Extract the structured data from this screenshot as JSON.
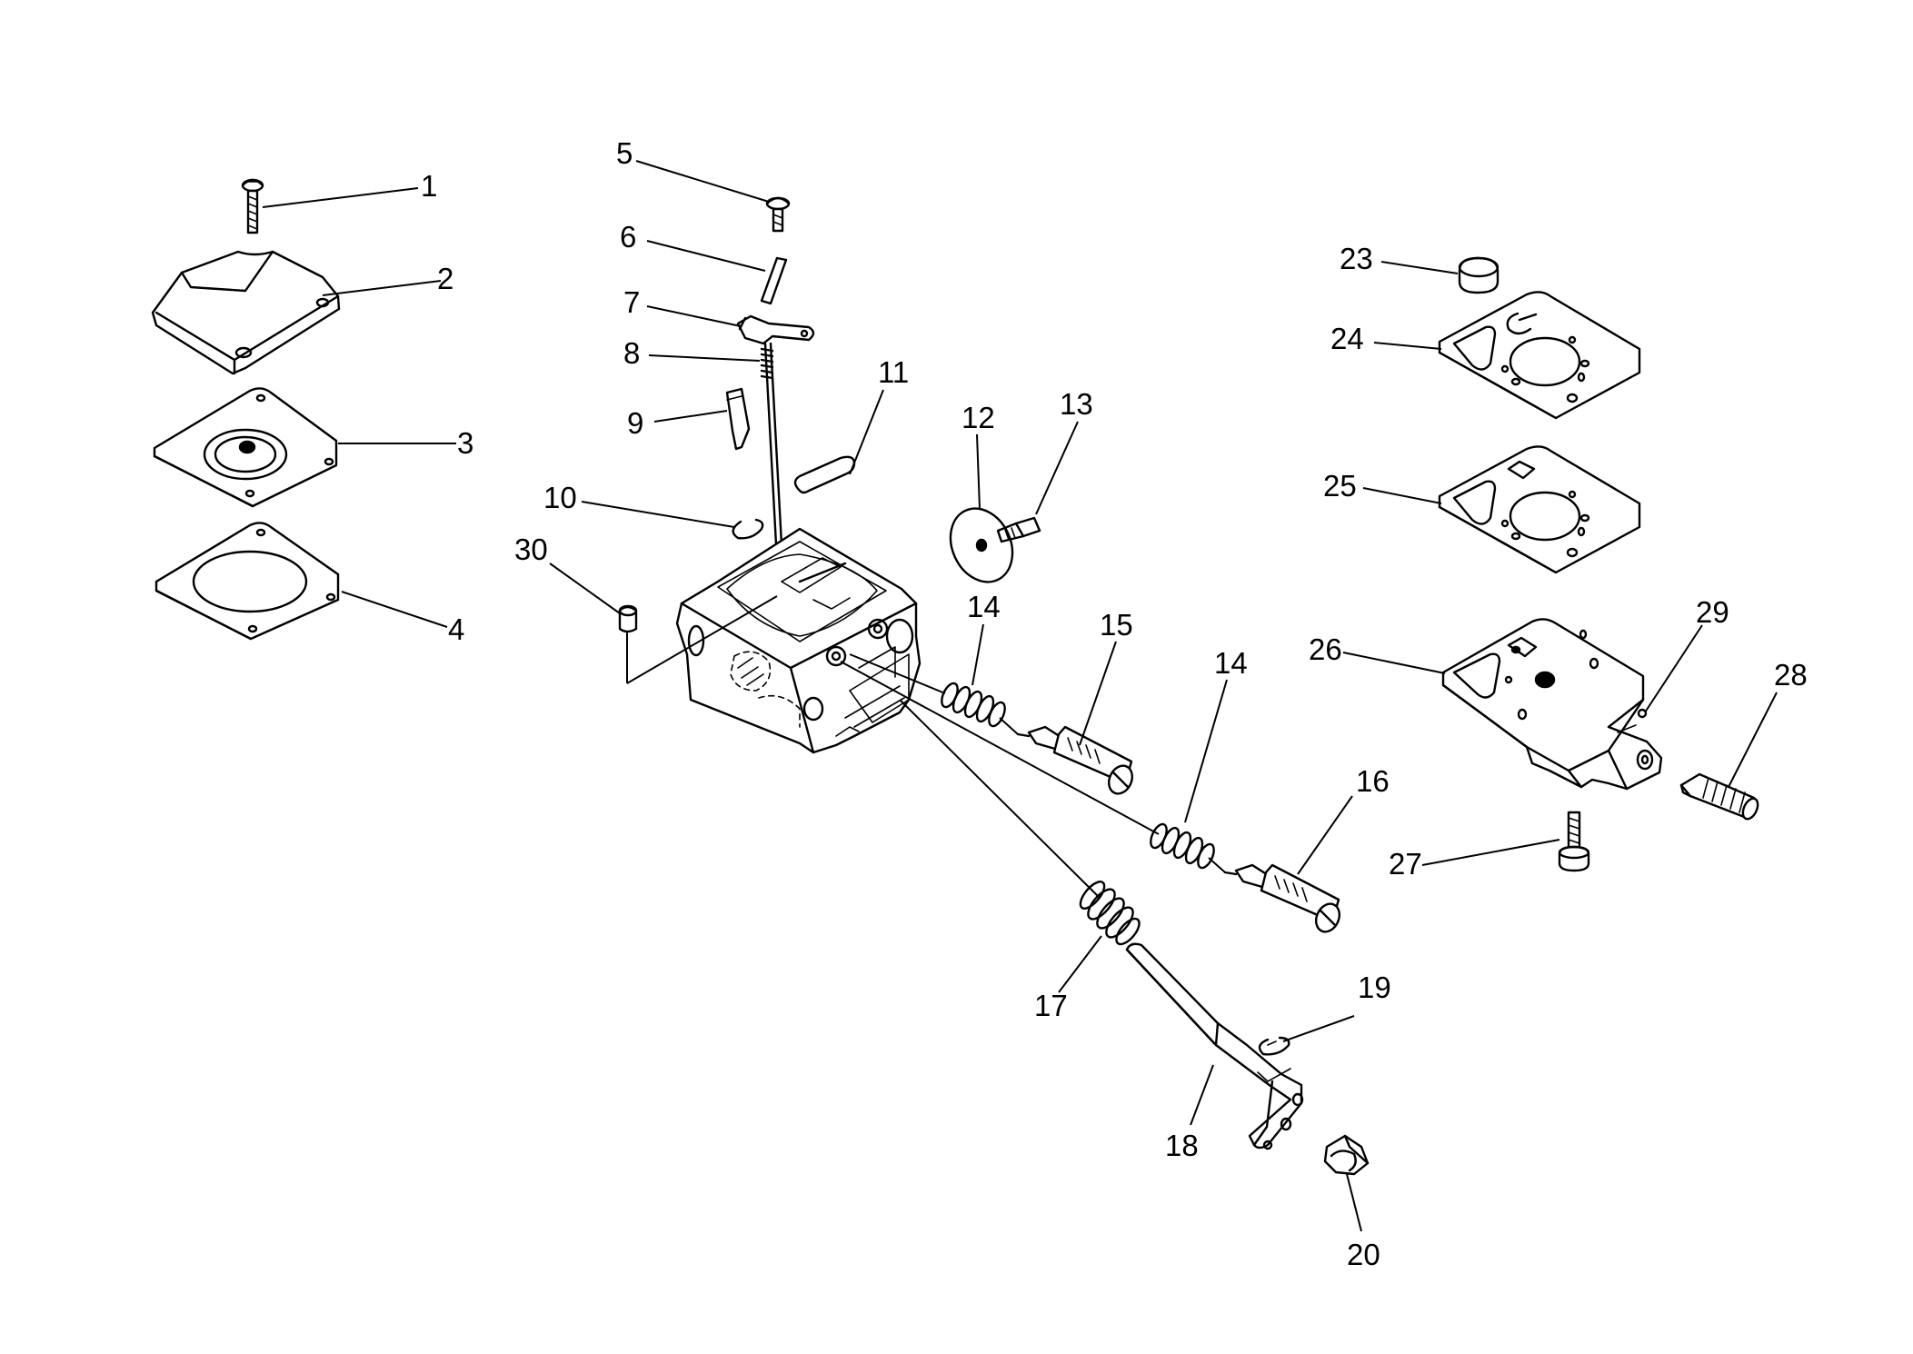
{
  "callouts": [
    {
      "n": "1"
    },
    {
      "n": "2"
    },
    {
      "n": "3"
    },
    {
      "n": "4"
    },
    {
      "n": "5"
    },
    {
      "n": "6"
    },
    {
      "n": "7"
    },
    {
      "n": "8"
    },
    {
      "n": "9"
    },
    {
      "n": "10"
    },
    {
      "n": "11"
    },
    {
      "n": "12"
    },
    {
      "n": "13"
    },
    {
      "n": "14"
    },
    {
      "n": "15"
    },
    {
      "n": "14"
    },
    {
      "n": "16"
    },
    {
      "n": "17"
    },
    {
      "n": "18"
    },
    {
      "n": "19"
    },
    {
      "n": "20"
    },
    {
      "n": "23"
    },
    {
      "n": "24"
    },
    {
      "n": "25"
    },
    {
      "n": "26"
    },
    {
      "n": "27"
    },
    {
      "n": "28"
    },
    {
      "n": "29"
    },
    {
      "n": "30"
    }
  ]
}
